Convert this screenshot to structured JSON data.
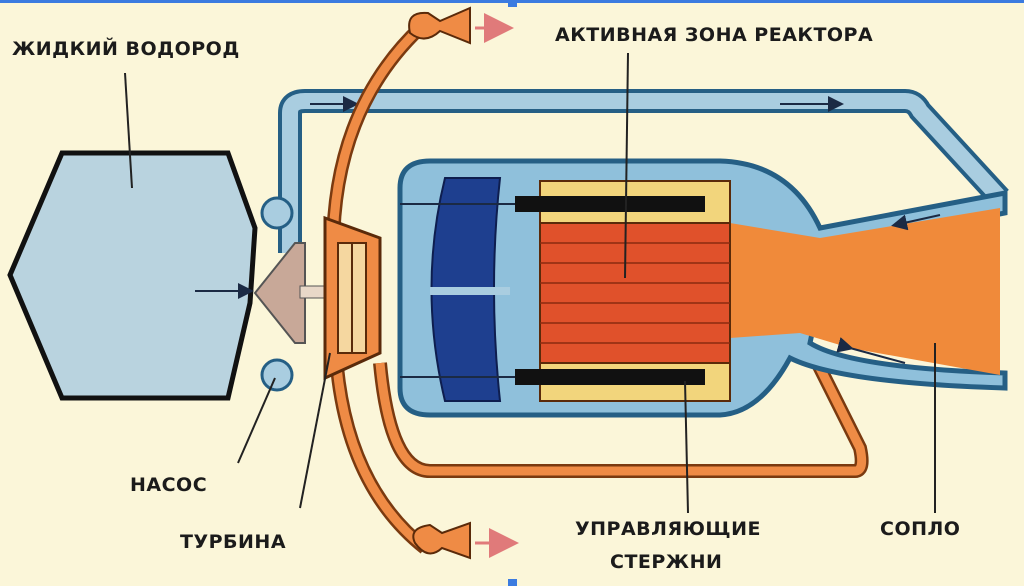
{
  "diagram": {
    "labels": {
      "tank": "ЖИДКИЙ ВОДОРОД",
      "core": "АКТИВНАЯ ЗОНА РЕАКТОРА",
      "pump": "НАСОС",
      "turbine": "ТУРБИНА",
      "rods_line1": "УПРАВЛЯЮЩИЕ",
      "rods_line2": "СТЕРЖНИ",
      "nozzle": "СОПЛО"
    },
    "colors": {
      "background": "#fbf6d9",
      "hydrogen": "#b9d3df",
      "pipe_blue": "#a9cde0",
      "reflector": "#1e3f8f",
      "core_red": "#e0512b",
      "core_yellow": "#f2d57c",
      "exhaust": "#f08a3a",
      "selection": "#3b7be0"
    }
  }
}
